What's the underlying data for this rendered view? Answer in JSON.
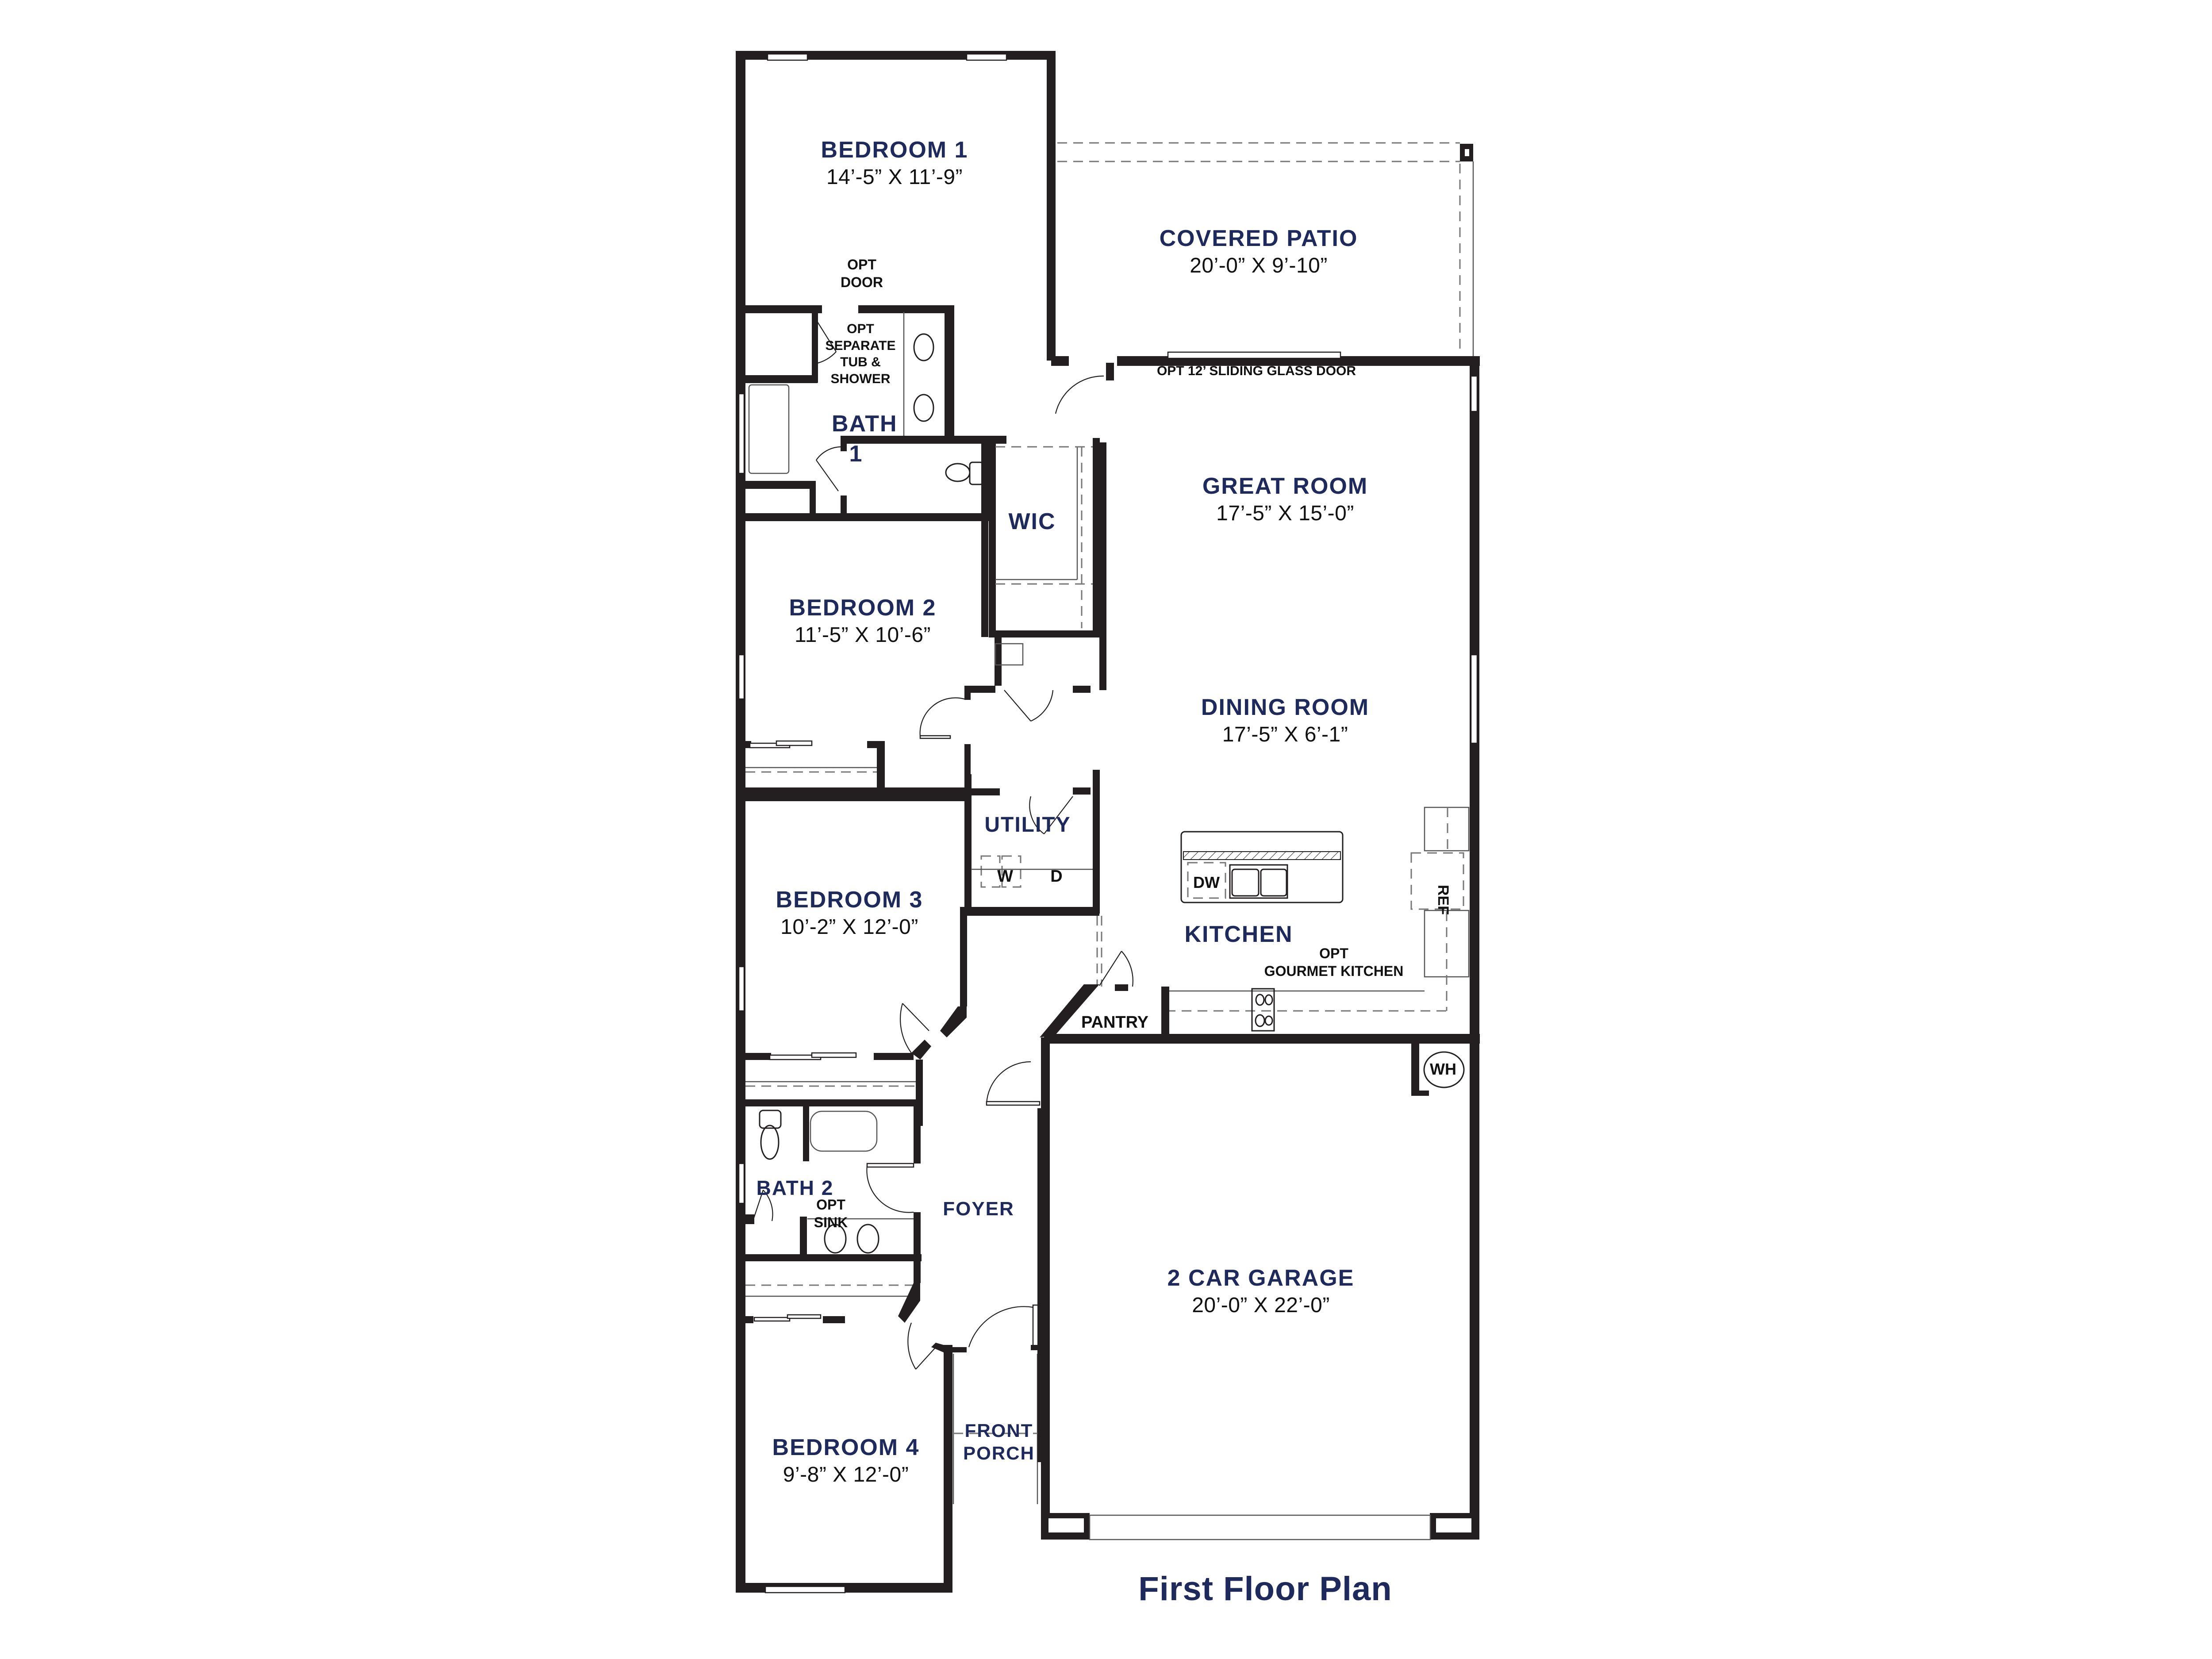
{
  "plan": {
    "title": "First Floor Plan",
    "colors": {
      "label_navy": "#1f2a5c",
      "wall": "#231f20",
      "text": "#111111",
      "background": "#ffffff"
    }
  },
  "rooms": {
    "bedroom1": {
      "name": "BEDROOM 1",
      "dims": "14’-5” X 11’-9”"
    },
    "covered_patio": {
      "name": "COVERED PATIO",
      "dims": "20’-0” X 9’-10”"
    },
    "bath1": {
      "name": "BATH 1"
    },
    "wic": {
      "name": "WIC"
    },
    "great_room": {
      "name": "GREAT ROOM",
      "dims": "17’-5” X 15’-0”"
    },
    "bedroom2": {
      "name": "BEDROOM 2",
      "dims": "11’-5” X 10’-6”"
    },
    "dining_room": {
      "name": "DINING ROOM",
      "dims": "17’-5” X 6’-1”"
    },
    "utility": {
      "name": "UTILITY"
    },
    "bedroom3": {
      "name": "BEDROOM 3",
      "dims": "10’-2” X 12’-0”"
    },
    "kitchen": {
      "name": "KITCHEN"
    },
    "pantry": {
      "name": "PANTRY"
    },
    "bath2": {
      "name": "BATH 2"
    },
    "foyer": {
      "name": "FOYER"
    },
    "garage": {
      "name": "2 CAR GARAGE",
      "dims": "20’-0” X 22’-0”"
    },
    "bedroom4": {
      "name": "BEDROOM 4",
      "dims": "9’-8” X 12’-0”"
    },
    "front_porch": {
      "name": "FRONT PORCH",
      "line1": "FRONT",
      "line2": "PORCH"
    }
  },
  "notes": {
    "opt_door": {
      "line1": "OPT",
      "line2": "DOOR"
    },
    "opt_tub_shower": {
      "line1": "OPT",
      "line2": "SEPARATE",
      "line3": "TUB &",
      "line4": "SHOWER"
    },
    "opt_sliding": "OPT 12’ SLIDING GLASS DOOR",
    "opt_gourmet": {
      "line1": "OPT",
      "line2": "GOURMET KITCHEN"
    },
    "opt_sink": {
      "line1": "OPT",
      "line2": "SINK"
    }
  },
  "fixtures": {
    "washer": "W",
    "dryer": "D",
    "dishwasher": "DW",
    "refrigerator": "REF",
    "water_heater": "WH"
  }
}
